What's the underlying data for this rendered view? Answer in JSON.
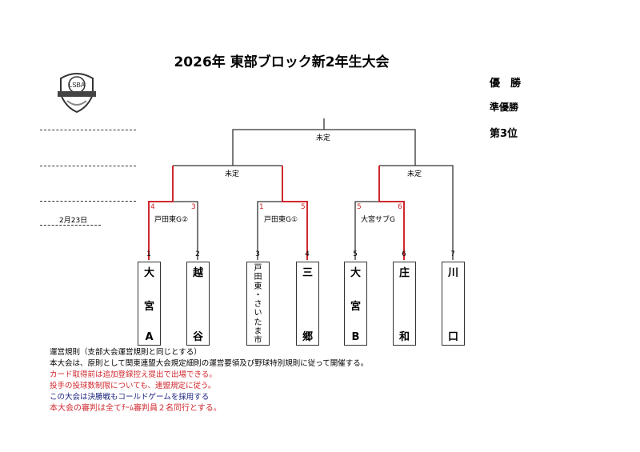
{
  "title": "2026年 東部ブロック新2年生大会",
  "logo_text": "LSBA",
  "ranks": [
    "優　勝",
    "準優勝",
    "第3位"
  ],
  "date": "2月23日",
  "teams": [
    {
      "no": "1",
      "name": [
        "大",
        "宮",
        "A"
      ]
    },
    {
      "no": "2",
      "name": [
        "越",
        "谷"
      ]
    },
    {
      "no": "3",
      "name": [
        "戸",
        "田",
        "東",
        "・",
        "さ",
        "い",
        "た",
        "ま",
        "市"
      ]
    },
    {
      "no": "4",
      "name": [
        "三",
        "郷"
      ]
    },
    {
      "no": "5",
      "name": [
        "大",
        "宮",
        "B"
      ]
    },
    {
      "no": "6",
      "name": [
        "庄",
        "和"
      ]
    },
    {
      "no": "7",
      "name": [
        "川",
        "口"
      ]
    }
  ],
  "first_round": [
    {
      "venue": "戸田東G②",
      "score_left": "4",
      "score_right": "3"
    },
    {
      "venue": "戸田東G①",
      "score_left": "1",
      "score_right": "5"
    },
    {
      "venue": "大宮サブG",
      "score_left": "5",
      "score_right": "6"
    }
  ],
  "semi_final": [
    {
      "venue": "未定"
    },
    {
      "venue": "未定"
    }
  ],
  "final": {
    "venue": "未定"
  },
  "rules": [
    {
      "text": "運営規則（支部大会運営規則と同じとする）",
      "color": "#000000"
    },
    {
      "text": "本大会は、原則として関東連盟大会規定細則の運営要領及び野球特別規則に従って開催する。",
      "color": "#000000"
    },
    {
      "text": "カード取得前は追加登録控え提出で出場できる。",
      "color": "#d0282e"
    },
    {
      "text": "投手の投球数制限についても、連盟規定に従う。",
      "color": "#d0282e"
    },
    {
      "text": "この大会は決勝戦もコールドゲームを採用する",
      "color": "#1a237e"
    },
    {
      "text": "本大会の審判は全てﾁｰﾑ審判員２名同行とする。",
      "color": "#d0282e"
    }
  ],
  "colors": {
    "winner_line": "#d0282e",
    "line": "#333333"
  }
}
